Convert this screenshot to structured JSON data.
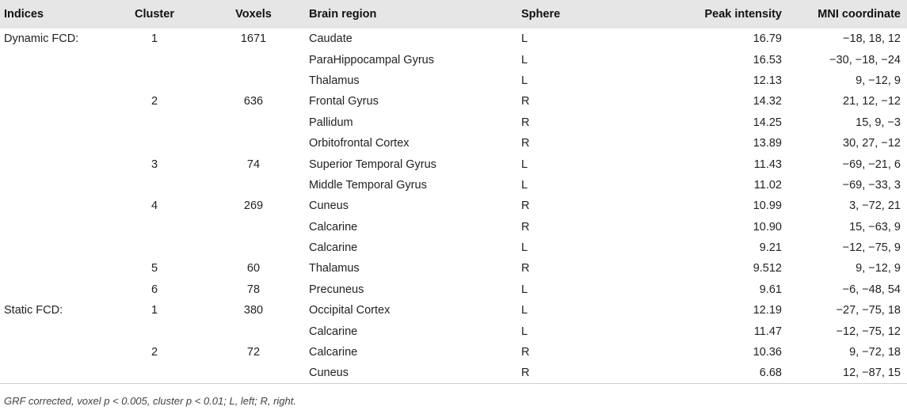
{
  "headers": [
    "Indices",
    "Cluster",
    "Voxels",
    "Brain region",
    "Sphere",
    "Peak intensity",
    "MNI coordinate"
  ],
  "rows": [
    {
      "index": "Dynamic FCD:",
      "cluster": "1",
      "voxels": "1671",
      "region": "Caudate",
      "sphere": "L",
      "peak": "16.79",
      "mni": "−18, 18, 12"
    },
    {
      "index": "",
      "cluster": "",
      "voxels": "",
      "region": "ParaHippocampal Gyrus",
      "sphere": "L",
      "peak": "16.53",
      "mni": "−30, −18, −24"
    },
    {
      "index": "",
      "cluster": "",
      "voxels": "",
      "region": "Thalamus",
      "sphere": "L",
      "peak": "12.13",
      "mni": "9, −12, 9"
    },
    {
      "index": "",
      "cluster": "2",
      "voxels": "636",
      "region": "Frontal Gyrus",
      "sphere": "R",
      "peak": "14.32",
      "mni": "21, 12, −12"
    },
    {
      "index": "",
      "cluster": "",
      "voxels": "",
      "region": "Pallidum",
      "sphere": "R",
      "peak": "14.25",
      "mni": "15, 9, −3"
    },
    {
      "index": "",
      "cluster": "",
      "voxels": "",
      "region": "Orbitofrontal Cortex",
      "sphere": "R",
      "peak": "13.89",
      "mni": "30, 27, −12"
    },
    {
      "index": "",
      "cluster": "3",
      "voxels": "74",
      "region": "Superior Temporal Gyrus",
      "sphere": "L",
      "peak": "11.43",
      "mni": "−69, −21, 6"
    },
    {
      "index": "",
      "cluster": "",
      "voxels": "",
      "region": "Middle Temporal Gyrus",
      "sphere": "L",
      "peak": "11.02",
      "mni": "−69, −33, 3"
    },
    {
      "index": "",
      "cluster": "4",
      "voxels": "269",
      "region": "Cuneus",
      "sphere": "R",
      "peak": "10.99",
      "mni": "3, −72, 21"
    },
    {
      "index": "",
      "cluster": "",
      "voxels": "",
      "region": "Calcarine",
      "sphere": "R",
      "peak": "10.90",
      "mni": "15, −63, 9"
    },
    {
      "index": "",
      "cluster": "",
      "voxels": "",
      "region": "Calcarine",
      "sphere": "L",
      "peak": "9.21",
      "mni": "−12, −75, 9"
    },
    {
      "index": "",
      "cluster": "5",
      "voxels": "60",
      "region": "Thalamus",
      "sphere": "R",
      "peak": "9.512",
      "mni": "9, −12, 9"
    },
    {
      "index": "",
      "cluster": "6",
      "voxels": "78",
      "region": "Precuneus",
      "sphere": "L",
      "peak": "9.61",
      "mni": "−6, −48, 54"
    },
    {
      "index": "Static FCD:",
      "cluster": "1",
      "voxels": "380",
      "region": "Occipital Cortex",
      "sphere": "L",
      "peak": "12.19",
      "mni": "−27, −75, 18"
    },
    {
      "index": "",
      "cluster": "",
      "voxels": "",
      "region": "Calcarine",
      "sphere": "L",
      "peak": "11.47",
      "mni": "−12, −75, 12"
    },
    {
      "index": "",
      "cluster": "2",
      "voxels": "72",
      "region": "Calcarine",
      "sphere": "R",
      "peak": "10.36",
      "mni": "9, −72, 18"
    },
    {
      "index": "",
      "cluster": "",
      "voxels": "",
      "region": "Cuneus",
      "sphere": "R",
      "peak": "6.68",
      "mni": "12, −87, 15"
    }
  ],
  "footnote": "GRF corrected, voxel p < 0.005, cluster p < 0.01; L, left; R, right."
}
